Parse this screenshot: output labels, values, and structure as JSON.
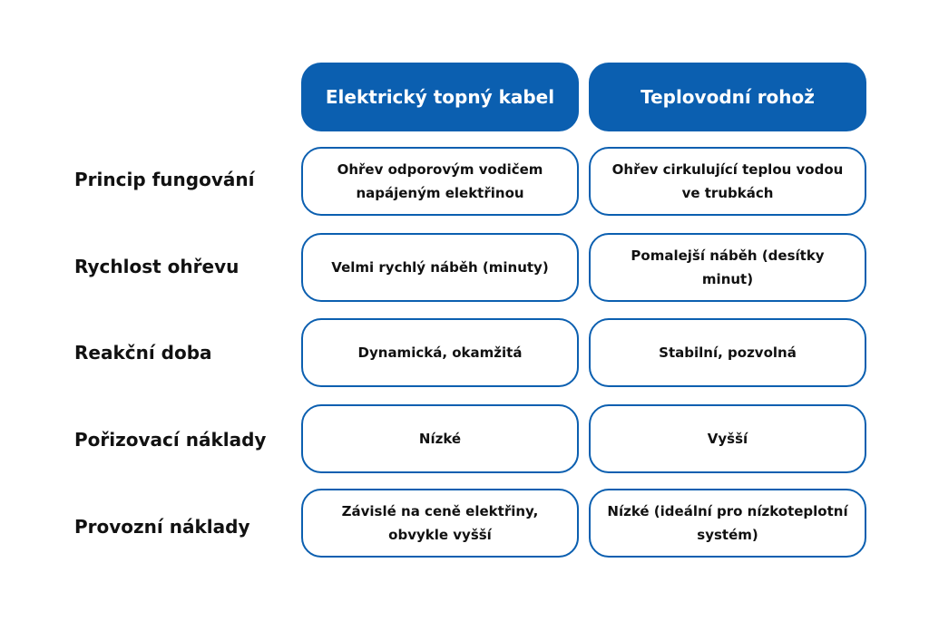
{
  "colors": {
    "brand": "#0b5fb0",
    "text": "#111111",
    "background": "#ffffff"
  },
  "headers": [
    "Elektrický topný kabel",
    "Teplovodní rohož"
  ],
  "rows": [
    {
      "label": "Princip fungování",
      "cells": [
        "Ohřev odporovým vodičem napájeným elektřinou",
        "Ohřev cirkulující teplou vodou ve trubkách"
      ]
    },
    {
      "label": "Rychlost ohřevu",
      "cells": [
        "Velmi rychlý náběh (minuty)",
        "Pomalejší náběh (desítky minut)"
      ]
    },
    {
      "label": "Reakční doba",
      "cells": [
        "Dynamická, okamžitá",
        "Stabilní, pozvolná"
      ]
    },
    {
      "label": "Pořizovací náklady",
      "cells": [
        "Nízké",
        "Vyšší"
      ]
    },
    {
      "label": "Provozní náklady",
      "cells": [
        "Závislé na ceně elektřiny, obvykle vyšší",
        "Nízké (ideální pro nízkoteplotní systém)"
      ]
    }
  ]
}
